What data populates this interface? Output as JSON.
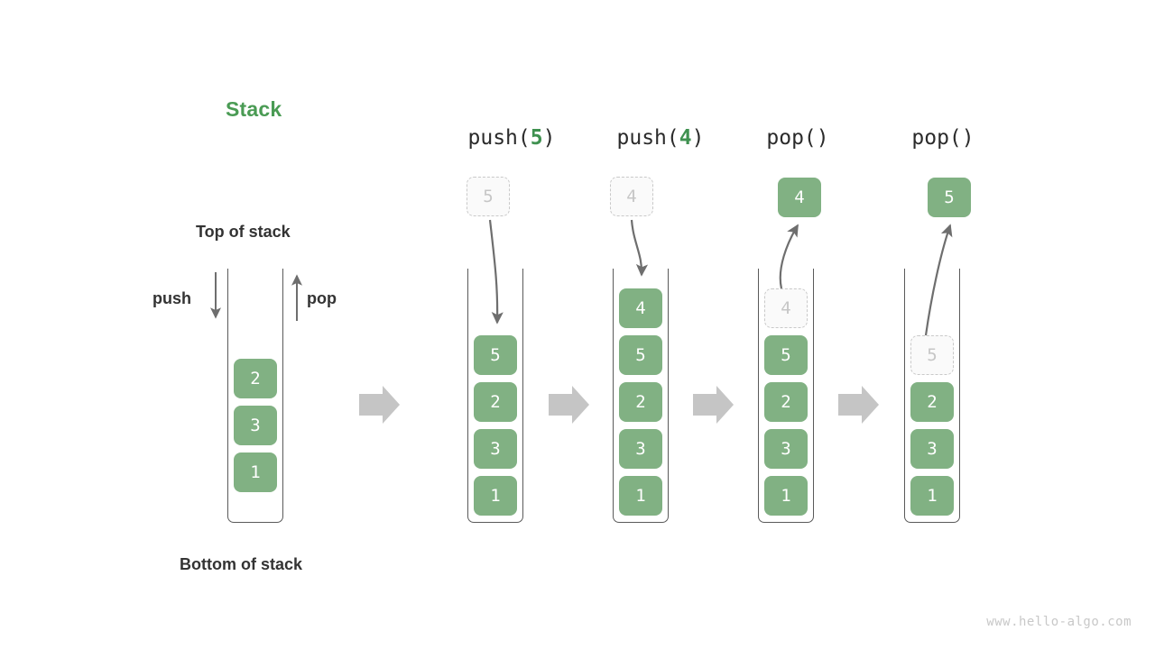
{
  "diagram": {
    "title": "Stack",
    "title_color": "#4a9b54",
    "element_color": "#81b183",
    "ghost_color": "#c6c6c6",
    "arrow_color": "#6e6e6e",
    "flow_arrow_color": "#c5c5c5",
    "watermark": "www.hello-algo.com"
  },
  "labels": {
    "top_of_stack": "Top of stack",
    "bottom_of_stack": "Bottom of stack",
    "push": "push",
    "pop": "pop"
  },
  "initial": {
    "cells": [
      "2",
      "3",
      "1"
    ]
  },
  "steps": [
    {
      "op_prefix": "push(",
      "op_arg": "5",
      "op_suffix": ")",
      "op_full": "push(5)",
      "incoming": "5",
      "cells": [
        "5",
        "2",
        "3",
        "1"
      ]
    },
    {
      "op_prefix": "push(",
      "op_arg": "4",
      "op_suffix": ")",
      "op_full": "push(4)",
      "incoming": "4",
      "cells": [
        "4",
        "5",
        "2",
        "3",
        "1"
      ]
    },
    {
      "op_prefix": "pop(",
      "op_arg": "",
      "op_suffix": ")",
      "op_full": "pop()",
      "outgoing": "4",
      "ghost": "4",
      "cells": [
        "5",
        "2",
        "3",
        "1"
      ]
    },
    {
      "op_prefix": "pop(",
      "op_arg": "",
      "op_suffix": ")",
      "op_full": "pop()",
      "outgoing": "5",
      "ghost": "5",
      "cells": [
        "2",
        "3",
        "1"
      ]
    }
  ]
}
